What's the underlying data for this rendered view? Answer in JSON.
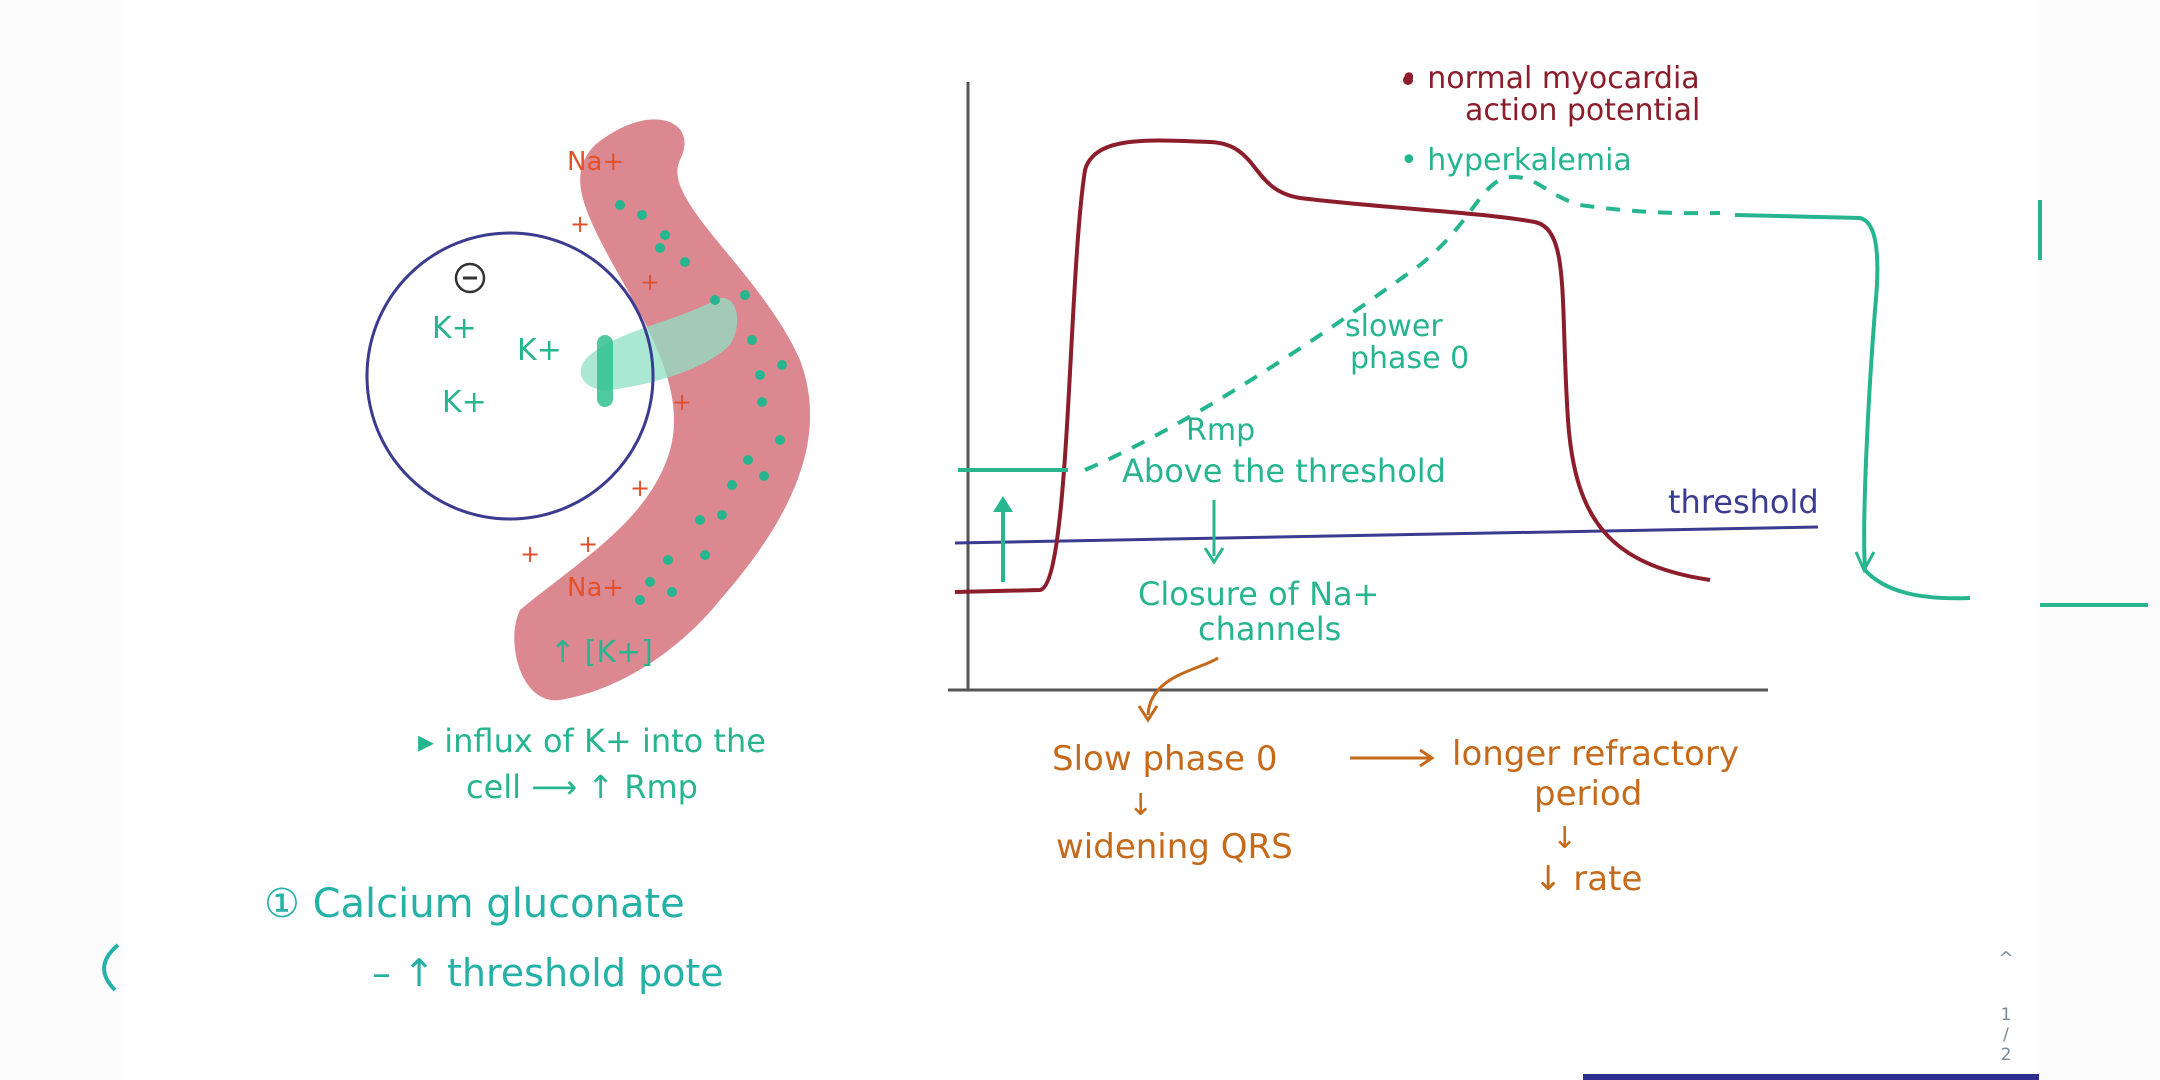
{
  "cell": {
    "charge_symbol": "⊖",
    "ion_labels": [
      "K+",
      "K+",
      "K+"
    ],
    "extracellular_labels": [
      "Na+",
      "Na+"
    ],
    "plus_sign": "+",
    "blood_label": "↑ [K+]"
  },
  "cell_caption": {
    "line1": "▸ influx of K+ into the",
    "line2": "cell ⟶ ↑ Rmp"
  },
  "treatment": {
    "item": "① Calcium gluconate",
    "sub": "– ↑ threshold pote"
  },
  "graph": {
    "legend": {
      "normal_line1": "• normal myocardia",
      "normal_line2": "action potential",
      "hyper": "• hyperkalemia"
    },
    "threshold_label": "threshold",
    "slower_line1": "slower",
    "slower_line2": "phase 0",
    "rmp_line1": "Rmp",
    "rmp_line2": "Above the threshold",
    "closure_line1": "Closure of Na+",
    "closure_line2": "channels"
  },
  "consequences": {
    "slow_phase": "Slow phase 0",
    "widening": "widening QRS",
    "longer_line1": "longer refractory",
    "longer_line2": "period",
    "rate": "↓ rate",
    "down_arrow": "↓"
  },
  "colors": {
    "green": "#27b58f",
    "red": "#8c1d2b",
    "navy": "#3b3b8f",
    "orange": "#c56a1a",
    "blood": "#d9828b",
    "na_orange": "#e2522a",
    "teal": "#24b1a6"
  },
  "pager": {
    "up": "^",
    "current": "1",
    "sep": "/",
    "total": "2"
  }
}
